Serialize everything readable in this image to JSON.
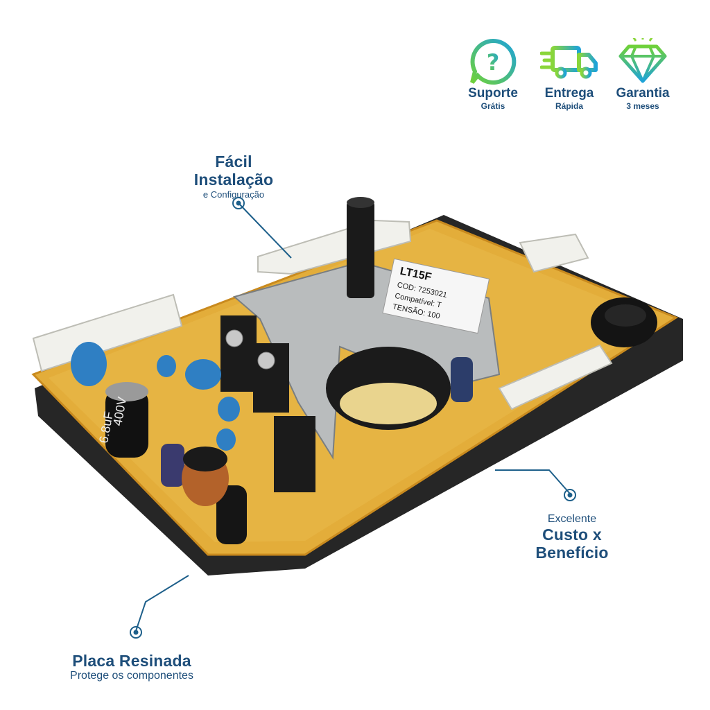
{
  "badges": [
    {
      "title": "Suporte",
      "subtitle": "Grátis",
      "icon": "question-bubble-icon"
    },
    {
      "title": "Entrega",
      "subtitle": "Rápida",
      "icon": "delivery-truck-icon"
    },
    {
      "title": "Garantia",
      "subtitle": "3 meses",
      "icon": "diamond-icon"
    }
  ],
  "callouts": {
    "install": {
      "title": "Fácil Instalação",
      "subtitle": "e Configuração"
    },
    "cost": {
      "pre": "Excelente",
      "title": "Custo x Benefício"
    },
    "resin": {
      "title": "Placa Resinada",
      "subtitle": "Protege os componentes"
    }
  },
  "board_label": {
    "model": "LT15F",
    "line1": "COD: 7253021",
    "line2": "Compatível: T",
    "line3": "TENSÃO: 100"
  },
  "capacitor_label": {
    "voltage": "400V",
    "value": "6.8uF"
  },
  "colors": {
    "accent_blue": "#1e4e7a",
    "callout_line": "#1d5f8a",
    "board_yellow": "#e3ad3a",
    "icon_gradient_start": "#6fd13a",
    "icon_gradient_end": "#1ea3d8"
  }
}
